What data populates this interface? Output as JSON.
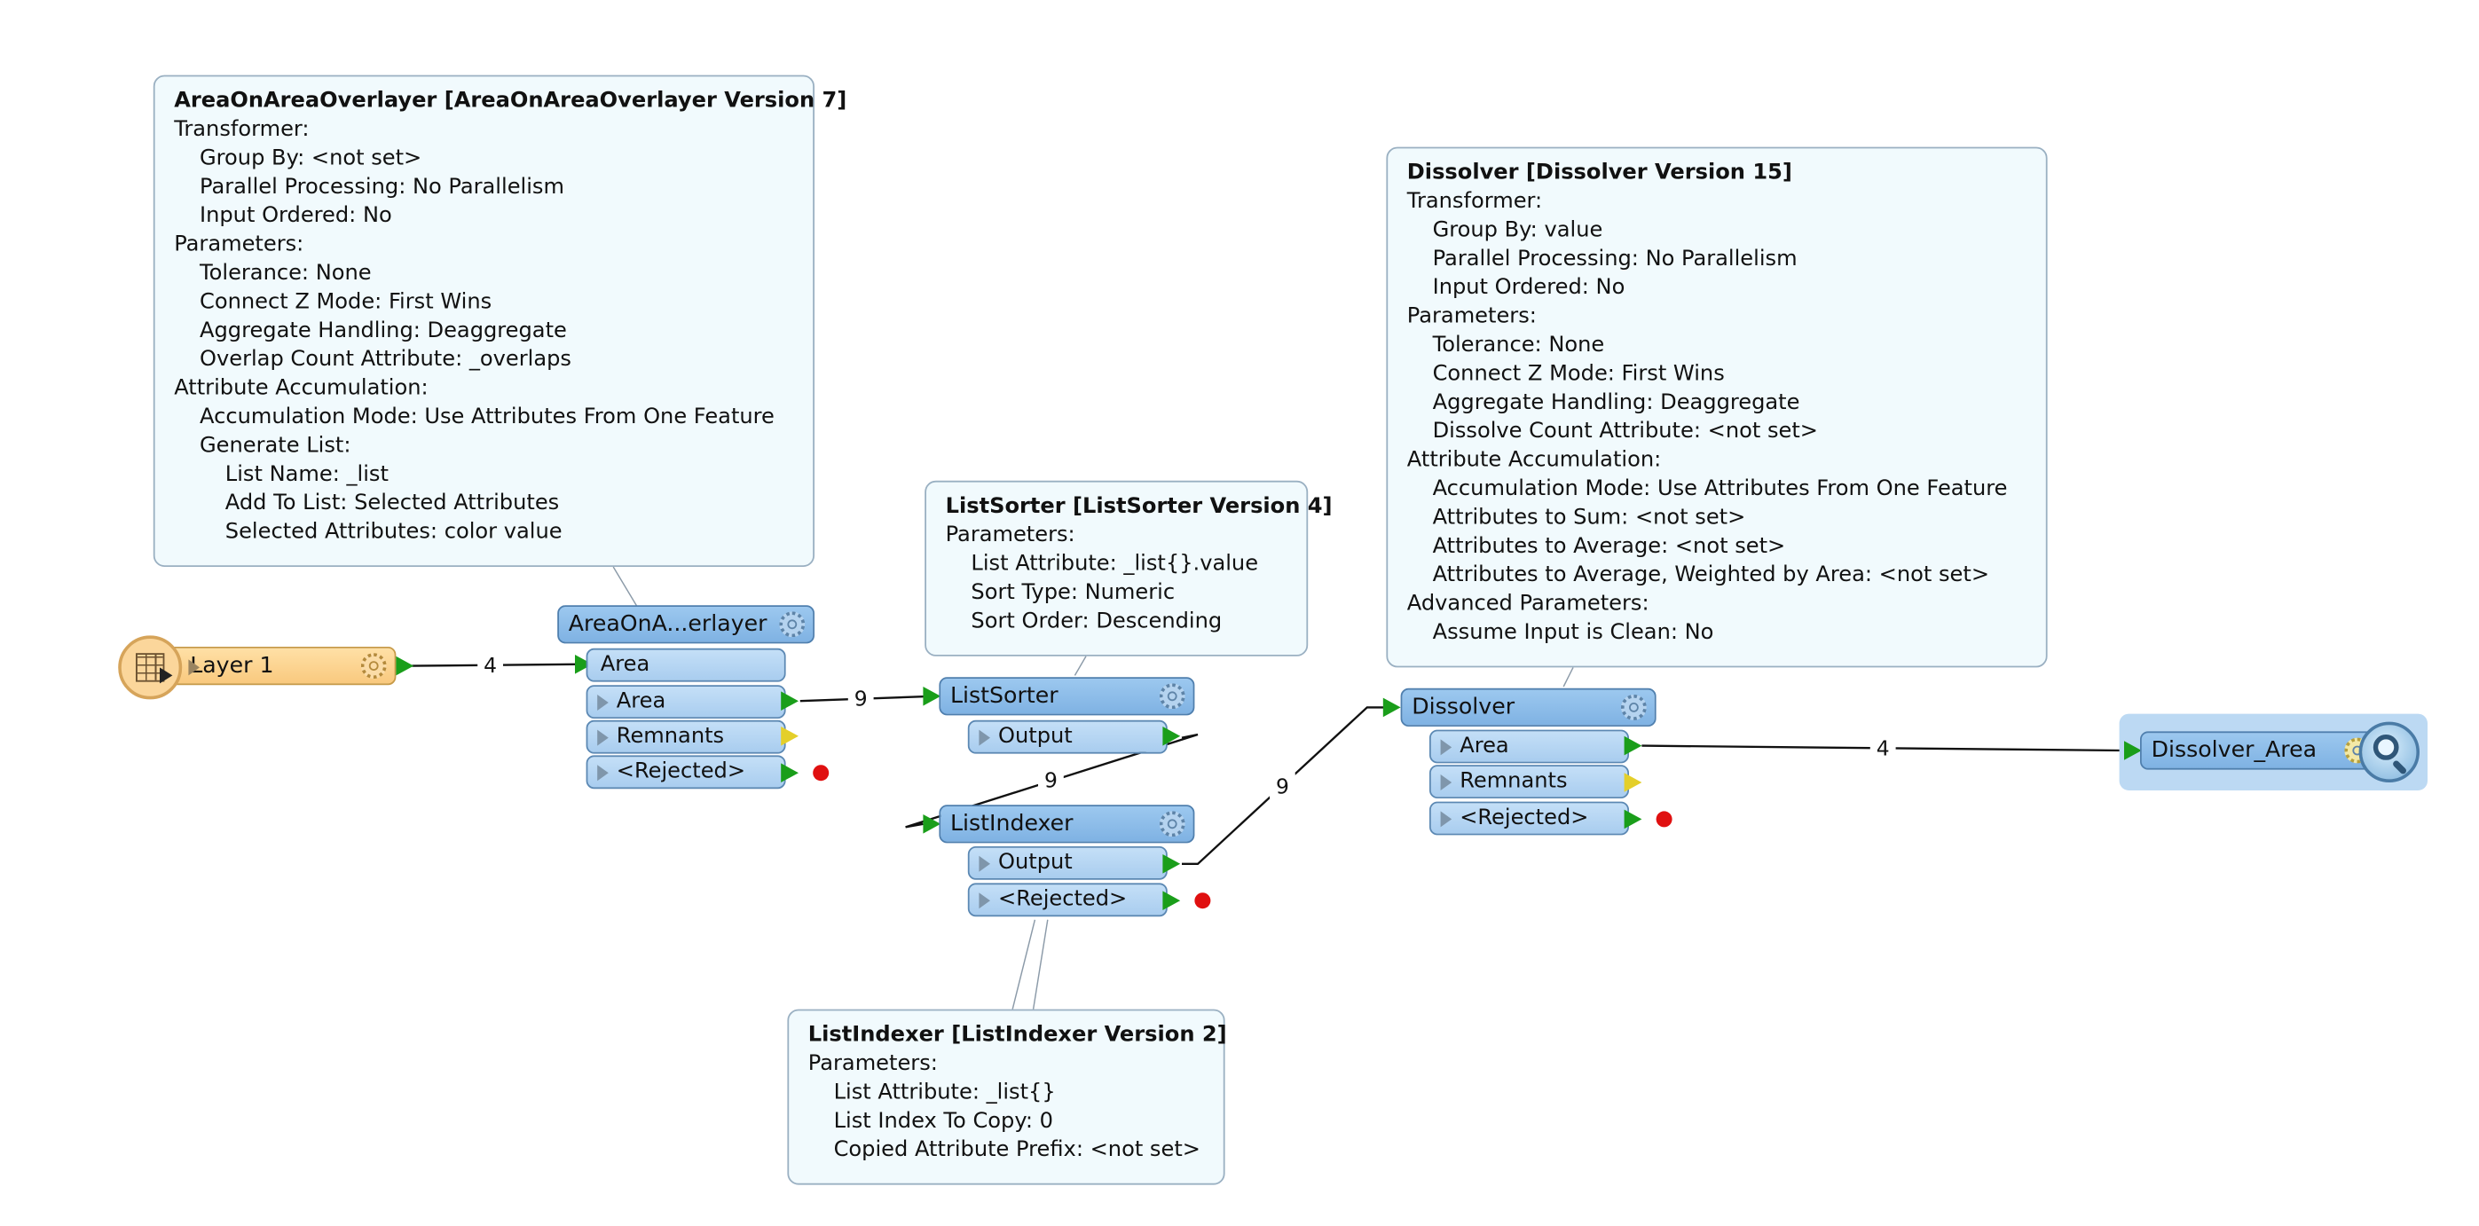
{
  "annotations": {
    "areaonarea": {
      "title": "AreaOnAreaOverlayer [AreaOnAreaOverlayer Version 7]",
      "lines": [
        {
          "text": "Transformer:",
          "level": 0
        },
        {
          "text": "Group By: <not set>",
          "level": 1
        },
        {
          "text": "Parallel Processing: No Parallelism",
          "level": 1
        },
        {
          "text": "Input Ordered: No",
          "level": 1
        },
        {
          "text": "Parameters:",
          "level": 0
        },
        {
          "text": "Tolerance: None",
          "level": 1
        },
        {
          "text": "Connect Z Mode: First Wins",
          "level": 1
        },
        {
          "text": "Aggregate Handling: Deaggregate",
          "level": 1
        },
        {
          "text": "Overlap Count Attribute: _overlaps",
          "level": 1
        },
        {
          "text": "Attribute Accumulation:",
          "level": 0
        },
        {
          "text": "Accumulation Mode: Use Attributes From One Feature",
          "level": 1
        },
        {
          "text": "Generate List:",
          "level": 1
        },
        {
          "text": "List Name: _list",
          "level": 2
        },
        {
          "text": "Add To List: Selected Attributes",
          "level": 2
        },
        {
          "text": "Selected Attributes: color value",
          "level": 2
        }
      ]
    },
    "listsorter": {
      "title": "ListSorter [ListSorter Version 4]",
      "lines": [
        {
          "text": "Parameters:",
          "level": 0
        },
        {
          "text": "List Attribute: _list{}.value",
          "level": 1
        },
        {
          "text": "Sort Type: Numeric",
          "level": 1
        },
        {
          "text": "Sort Order: Descending",
          "level": 1
        }
      ]
    },
    "dissolver": {
      "title": "Dissolver [Dissolver Version 15]",
      "lines": [
        {
          "text": "Transformer:",
          "level": 0
        },
        {
          "text": "Group By: value",
          "level": 1
        },
        {
          "text": "Parallel Processing: No Parallelism",
          "level": 1
        },
        {
          "text": "Input Ordered: No",
          "level": 1
        },
        {
          "text": "Parameters:",
          "level": 0
        },
        {
          "text": "Tolerance: None",
          "level": 1
        },
        {
          "text": "Connect Z Mode: First Wins",
          "level": 1
        },
        {
          "text": "Aggregate Handling: Deaggregate",
          "level": 1
        },
        {
          "text": "Dissolve Count Attribute: <not set>",
          "level": 1
        },
        {
          "text": "Attribute Accumulation:",
          "level": 0
        },
        {
          "text": "Accumulation Mode: Use Attributes From One Feature",
          "level": 1
        },
        {
          "text": "Attributes to Sum: <not set>",
          "level": 1
        },
        {
          "text": "Attributes to Average: <not set>",
          "level": 1
        },
        {
          "text": "Attributes to Average, Weighted by Area: <not set>",
          "level": 1
        },
        {
          "text": "Advanced Parameters:",
          "level": 0
        },
        {
          "text": "Assume Input is Clean: No",
          "level": 1
        }
      ]
    },
    "listindexer": {
      "title": "ListIndexer [ListIndexer Version 2]",
      "lines": [
        {
          "text": "Parameters:",
          "level": 0
        },
        {
          "text": "List Attribute: _list{}",
          "level": 1
        },
        {
          "text": "List Index To Copy: 0",
          "level": 1
        },
        {
          "text": "Copied Attribute Prefix: <not set>",
          "level": 1
        }
      ]
    }
  },
  "nodes": {
    "reader": {
      "title": "Layer 1",
      "icon": "table-reader-icon"
    },
    "areaonarea": {
      "title": "AreaOnA...erlayer",
      "input": "Area",
      "outputs": [
        "Area",
        "Remnants",
        "<Rejected>"
      ]
    },
    "listsorter": {
      "title": "ListSorter",
      "outputs": [
        "Output"
      ]
    },
    "listindexer": {
      "title": "ListIndexer",
      "outputs": [
        "Output",
        "<Rejected>"
      ]
    },
    "dissolver": {
      "title": "Dissolver",
      "outputs": [
        "Area",
        "Remnants",
        "<Rejected>"
      ]
    },
    "inspector": {
      "title": "Dissolver_Area",
      "icon": "magnifier-icon"
    }
  },
  "connections": [
    {
      "from": "Layer 1",
      "to": "AreaOnA...erlayer.Area",
      "count": "4"
    },
    {
      "from": "AreaOnA...erlayer.Area",
      "to": "ListSorter",
      "count": "9"
    },
    {
      "from": "ListSorter.Output",
      "to": "ListIndexer",
      "count": "9"
    },
    {
      "from": "ListIndexer.Output",
      "to": "Dissolver",
      "count": "9"
    },
    {
      "from": "Dissolver.Area",
      "to": "Dissolver_Area",
      "count": "4"
    }
  ],
  "colors": {
    "transformer": "#8fbeea",
    "port": "#b8d8f4",
    "reader": "#fbd18c",
    "annotation": "#f1fafd",
    "connected_port": "#1a9e1a",
    "unconnected_port": "#e4cf2a",
    "rejected_port": "#e01010"
  }
}
